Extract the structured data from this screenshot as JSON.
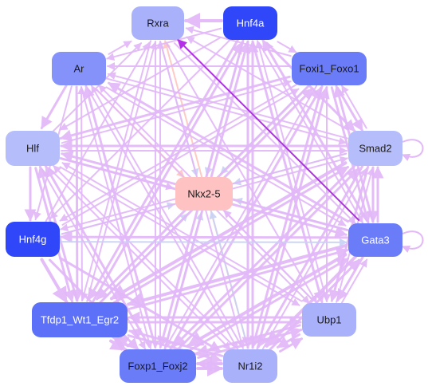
{
  "colors": {
    "edge_default": "#e2b8f8",
    "edge_red": "#ffc6c0",
    "edge_blue": "#c8d2f6",
    "edge_strong": "#b430e8"
  },
  "nodes": [
    {
      "id": "rxra",
      "label": "Rxra",
      "fill": "#a9b1fb",
      "text": "#1a1a1a"
    },
    {
      "id": "hnf4a",
      "label": "Hnf4a",
      "fill": "#2f47f8",
      "text": "#ffffff"
    },
    {
      "id": "ar",
      "label": "Ar",
      "fill": "#8592fa",
      "text": "#1a1a1a"
    },
    {
      "id": "foxi1_foxo1",
      "label": "Foxi1_Foxo1",
      "fill": "#6b7cf9",
      "text": "#1a1a1a"
    },
    {
      "id": "hlf",
      "label": "Hlf",
      "fill": "#b6bdfb",
      "text": "#1a1a1a"
    },
    {
      "id": "smad2",
      "label": "Smad2",
      "fill": "#b6bdfb",
      "text": "#1a1a1a"
    },
    {
      "id": "nkx2_5",
      "label": "Nkx2-5",
      "fill": "#ffc2c2",
      "text": "#1a1a1a"
    },
    {
      "id": "hnf4g",
      "label": "Hnf4g",
      "fill": "#2f47f8",
      "text": "#ffffff"
    },
    {
      "id": "gata3",
      "label": "Gata3",
      "fill": "#6b7cf9",
      "text": "#ffffff"
    },
    {
      "id": "tfdp1",
      "label": "Tfdp1_Wt1_Egr2",
      "fill": "#5d70f8",
      "text": "#ffffff"
    },
    {
      "id": "ubp1",
      "label": "Ubp1",
      "fill": "#a9b1fb",
      "text": "#1a1a1a"
    },
    {
      "id": "foxp1",
      "label": "Foxp1_Foxj2",
      "fill": "#6b7cf9",
      "text": "#1a1a1a"
    },
    {
      "id": "nr1i2",
      "label": "Nr1i2",
      "fill": "#a9b1fb",
      "text": "#1a1a1a"
    }
  ],
  "edges": [
    [
      "hnf4a",
      "rxra",
      "p",
      4
    ],
    [
      "ar",
      "rxra",
      "p",
      2
    ],
    [
      "foxi1_foxo1",
      "rxra",
      "p",
      2
    ],
    [
      "smad2",
      "rxra",
      "p",
      2
    ],
    [
      "hlf",
      "rxra",
      "p",
      2
    ],
    [
      "hnf4g",
      "rxra",
      "p",
      2
    ],
    [
      "tfdp1",
      "rxra",
      "p",
      2
    ],
    [
      "foxp1",
      "rxra",
      "p",
      2
    ],
    [
      "nr1i2",
      "rxra",
      "r",
      2
    ],
    [
      "gata3",
      "rxra",
      "s",
      2
    ],
    [
      "rxra",
      "nkx2_5",
      "b",
      2
    ],
    [
      "hnf4a",
      "nkx2_5",
      "b",
      2
    ],
    [
      "ar",
      "nkx2_5",
      "r",
      2
    ],
    [
      "foxi1_foxo1",
      "nkx2_5",
      "b",
      2
    ],
    [
      "smad2",
      "nkx2_5",
      "b",
      2
    ],
    [
      "hlf",
      "nkx2_5",
      "p",
      2
    ],
    [
      "hnf4g",
      "nkx2_5",
      "b",
      2
    ],
    [
      "gata3",
      "nkx2_5",
      "b",
      2
    ],
    [
      "tfdp1",
      "nkx2_5",
      "b",
      2
    ],
    [
      "ubp1",
      "nkx2_5",
      "p",
      2
    ],
    [
      "foxp1",
      "nkx2_5",
      "b",
      2
    ],
    [
      "nr1i2",
      "nkx2_5",
      "b",
      2
    ],
    [
      "hnf4a",
      "foxi1_foxo1",
      "p",
      2
    ],
    [
      "hnf4a",
      "smad2",
      "p",
      3
    ],
    [
      "hnf4a",
      "gata3",
      "p",
      2
    ],
    [
      "hnf4a",
      "ubp1",
      "p",
      3
    ],
    [
      "hnf4a",
      "nr1i2",
      "p",
      3
    ],
    [
      "hnf4a",
      "foxp1",
      "p",
      3
    ],
    [
      "hnf4a",
      "tfdp1",
      "p",
      3
    ],
    [
      "hnf4a",
      "hnf4g",
      "p",
      2
    ],
    [
      "hnf4a",
      "hlf",
      "p",
      2
    ],
    [
      "hnf4a",
      "ar",
      "p",
      2
    ],
    [
      "foxi1_foxo1",
      "ar",
      "p",
      2
    ],
    [
      "foxi1_foxo1",
      "hlf",
      "p",
      3
    ],
    [
      "foxi1_foxo1",
      "hnf4g",
      "p",
      2
    ],
    [
      "foxi1_foxo1",
      "tfdp1",
      "p",
      3
    ],
    [
      "foxi1_foxo1",
      "foxp1",
      "p",
      2
    ],
    [
      "foxi1_foxo1",
      "nr1i2",
      "p",
      3
    ],
    [
      "foxi1_foxo1",
      "ubp1",
      "p",
      2
    ],
    [
      "foxi1_foxo1",
      "gata3",
      "p",
      3
    ],
    [
      "foxi1_foxo1",
      "smad2",
      "p",
      3
    ],
    [
      "smad2",
      "ar",
      "p",
      2
    ],
    [
      "smad2",
      "hlf",
      "p",
      3
    ],
    [
      "smad2",
      "hnf4g",
      "p",
      2
    ],
    [
      "smad2",
      "tfdp1",
      "p",
      4
    ],
    [
      "smad2",
      "foxp1",
      "p",
      3
    ],
    [
      "smad2",
      "nr1i2",
      "p",
      3
    ],
    [
      "smad2",
      "ubp1",
      "p",
      3
    ],
    [
      "smad2",
      "foxi1_foxo1",
      "p",
      2
    ],
    [
      "smad2",
      "gata3",
      "p",
      3
    ],
    [
      "gata3",
      "ar",
      "p",
      3
    ],
    [
      "gata3",
      "hlf",
      "p",
      3
    ],
    [
      "gata3",
      "hnf4g",
      "p",
      3
    ],
    [
      "gata3",
      "tfdp1",
      "p",
      4
    ],
    [
      "gata3",
      "foxp1",
      "p",
      4
    ],
    [
      "gata3",
      "nr1i2",
      "p",
      4
    ],
    [
      "gata3",
      "ubp1",
      "p",
      3
    ],
    [
      "gata3",
      "smad2",
      "p",
      3
    ],
    [
      "gata3",
      "foxi1_foxo1",
      "p",
      3
    ],
    [
      "gata3",
      "hnf4a",
      "p",
      3
    ],
    [
      "ubp1",
      "ar",
      "p",
      2
    ],
    [
      "ubp1",
      "hlf",
      "p",
      2
    ],
    [
      "ubp1",
      "tfdp1",
      "p",
      3
    ],
    [
      "ubp1",
      "foxp1",
      "p",
      3
    ],
    [
      "ubp1",
      "nr1i2",
      "p",
      3
    ],
    [
      "ubp1",
      "gata3",
      "p",
      2
    ],
    [
      "ubp1",
      "smad2",
      "p",
      2
    ],
    [
      "ubp1",
      "hnf4a",
      "p",
      2
    ],
    [
      "nr1i2",
      "ar",
      "p",
      2
    ],
    [
      "nr1i2",
      "hlf",
      "p",
      2
    ],
    [
      "nr1i2",
      "tfdp1",
      "p",
      3
    ],
    [
      "nr1i2",
      "foxp1",
      "p",
      4
    ],
    [
      "nr1i2",
      "ubp1",
      "p",
      3
    ],
    [
      "nr1i2",
      "gata3",
      "p",
      3
    ],
    [
      "nr1i2",
      "smad2",
      "p",
      2
    ],
    [
      "nr1i2",
      "foxi1_foxo1",
      "p",
      3
    ],
    [
      "nr1i2",
      "hnf4a",
      "p",
      3
    ],
    [
      "foxp1",
      "ar",
      "p",
      3
    ],
    [
      "foxp1",
      "hlf",
      "p",
      3
    ],
    [
      "foxp1",
      "tfdp1",
      "p",
      4
    ],
    [
      "foxp1",
      "nr1i2",
      "p",
      4
    ],
    [
      "foxp1",
      "ubp1",
      "p",
      3
    ],
    [
      "foxp1",
      "gata3",
      "p",
      3
    ],
    [
      "foxp1",
      "smad2",
      "p",
      3
    ],
    [
      "foxp1",
      "foxi1_foxo1",
      "p",
      3
    ],
    [
      "foxp1",
      "hnf4a",
      "p",
      3
    ],
    [
      "tfdp1",
      "ar",
      "p",
      2
    ],
    [
      "tfdp1",
      "hlf",
      "p",
      3
    ],
    [
      "tfdp1",
      "foxp1",
      "p",
      4
    ],
    [
      "tfdp1",
      "nr1i2",
      "p",
      3
    ],
    [
      "tfdp1",
      "ubp1",
      "p",
      3
    ],
    [
      "tfdp1",
      "gata3",
      "p",
      3
    ],
    [
      "tfdp1",
      "smad2",
      "p",
      3
    ],
    [
      "tfdp1",
      "foxi1_foxo1",
      "p",
      3
    ],
    [
      "tfdp1",
      "hnf4a",
      "p",
      3
    ],
    [
      "hnf4g",
      "tfdp1",
      "p",
      4
    ],
    [
      "hnf4g",
      "foxp1",
      "p",
      3
    ],
    [
      "hnf4g",
      "nr1i2",
      "p",
      3
    ],
    [
      "hnf4g",
      "smad2",
      "p",
      2
    ],
    [
      "hnf4g",
      "gata3",
      "b",
      2
    ],
    [
      "hnf4g",
      "foxi1_foxo1",
      "p",
      2
    ],
    [
      "hlf",
      "hnf4g",
      "p",
      3
    ],
    [
      "hlf",
      "tfdp1",
      "p",
      3
    ],
    [
      "hlf",
      "foxp1",
      "p",
      2
    ],
    [
      "hlf",
      "nr1i2",
      "p",
      2
    ],
    [
      "hlf",
      "gata3",
      "p",
      3
    ],
    [
      "hlf",
      "ubp1",
      "p",
      2
    ],
    [
      "hlf",
      "smad2",
      "p",
      2
    ],
    [
      "hlf",
      "foxi1_foxo1",
      "p",
      2
    ],
    [
      "ar",
      "hlf",
      "p",
      3
    ],
    [
      "ar",
      "hnf4g",
      "p",
      2
    ],
    [
      "ar",
      "tfdp1",
      "p",
      3
    ],
    [
      "ar",
      "foxp1",
      "p",
      2
    ],
    [
      "ar",
      "nr1i2",
      "p",
      2
    ],
    [
      "ar",
      "ubp1",
      "p",
      2
    ],
    [
      "ar",
      "gata3",
      "p",
      2
    ],
    [
      "ar",
      "smad2",
      "p",
      2
    ],
    [
      "rxra",
      "tfdp1",
      "p",
      2
    ],
    [
      "rxra",
      "foxp1",
      "p",
      2
    ],
    [
      "rxra",
      "nr1i2",
      "p",
      2
    ],
    [
      "rxra",
      "ubp1",
      "p",
      2
    ],
    [
      "rxra",
      "gata3",
      "p",
      2
    ],
    [
      "smad2",
      "smad2",
      "p",
      2
    ],
    [
      "gata3",
      "gata3",
      "p",
      2
    ],
    [
      "foxp1",
      "nr1i2",
      "p",
      2
    ],
    [
      "nr1i2",
      "foxp1",
      "p",
      2
    ]
  ]
}
